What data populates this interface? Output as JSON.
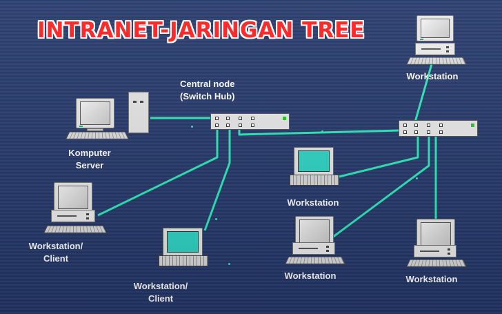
{
  "title": "INTRANET-JARINGAN TREE",
  "nodes": {
    "central_hub": {
      "label_line1": "Central node",
      "label_line2": "(Switch Hub)"
    },
    "server": {
      "label_line1": "Komputer",
      "label_line2": "Server"
    },
    "client_left": {
      "label_line1": "Workstation/",
      "label_line2": "Client"
    },
    "client_laptop": {
      "label_line1": "Workstation/",
      "label_line2": "Client"
    },
    "ws_top_right": {
      "label": "Workstation"
    },
    "ws_mid_laptop": {
      "label": "Workstation"
    },
    "ws_bottom_center": {
      "label": "Workstation"
    },
    "ws_bottom_right": {
      "label": "Workstation"
    }
  },
  "colors": {
    "wire": "#2ee8b8",
    "title": "#ff2020",
    "screen_cyan": "#2fd4c4"
  }
}
